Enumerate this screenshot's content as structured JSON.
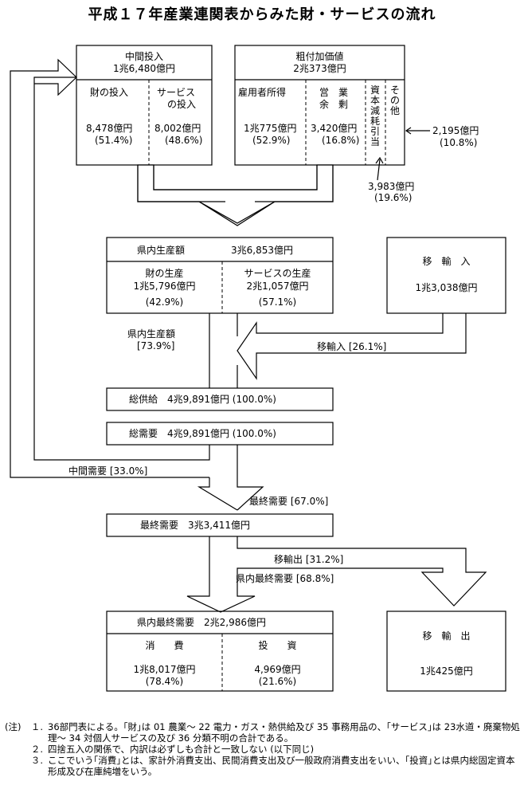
{
  "title": "平成１７年産業連関表からみた財・サービスの流れ",
  "intermediate_input": {
    "title": "中間投入",
    "value": "1兆6,480億円",
    "goods_label": "財の投入",
    "goods_value": "8,478億円",
    "goods_pct": "(51.4%)",
    "services_label_1": "サービス",
    "services_label_2": "の投入",
    "services_value": "8,002億円",
    "services_pct": "(48.6%)"
  },
  "value_added": {
    "title": "粗付加価値",
    "value": "2兆373億円",
    "employee_label": "雇用者所得",
    "employee_value": "1兆775億円",
    "employee_pct": "(52.9%)",
    "surplus_label_1": "営　業",
    "surplus_label_2": "余　剰",
    "surplus_value": "3,420億円",
    "surplus_pct": "(16.8%)",
    "depreciation_label": "資本減耗引当",
    "depreciation_value": "3,983億円",
    "depreciation_pct": "(19.6%)",
    "other_label": "その他",
    "other_value": "2,195億円",
    "other_pct": "(10.8%)"
  },
  "prefectural_production": {
    "title": "県内生産額",
    "value": "3兆6,853億円",
    "goods_label": "財の生産",
    "goods_value": "1兆5,796億円",
    "goods_pct": "(42.9%)",
    "services_label": "サービスの生産",
    "services_value": "2兆1,057億円",
    "services_pct": "(57.1%)"
  },
  "imports": {
    "title": "移　輸　入",
    "value": "1兆3,038億円",
    "flow_label": "移輸入 [26.1%]"
  },
  "production_flow_label_1": "県内生産額",
  "production_flow_label_2": "[73.9%]",
  "total_supply": "総供給　4兆9,891億円 (100.0%)",
  "total_demand": "総需要　4兆9,891億円 (100.0%)",
  "intermediate_demand_label": "中間需要 [33.0%]",
  "final_demand_flow_label": "最終需要 [67.0%]",
  "final_demand": "最終需要　3兆3,411億円",
  "exports_flow_label": "移輸出 [31.2%]",
  "prefectural_final_flow_label": "県内最終需要 [68.8%]",
  "prefectural_final_demand": {
    "title": "県内最終需要　2兆2,986億円",
    "consumption_label": "消　　費",
    "consumption_value": "1兆8,017億円",
    "consumption_pct": "(78.4%)",
    "investment_label": "投　　資",
    "investment_value": "4,969億円",
    "investment_pct": "(21.6%)"
  },
  "exports": {
    "title": "移　輸　出",
    "value": "1兆425億円"
  },
  "notes": {
    "label": "(注)",
    "items": [
      {
        "num": "１.",
        "text": "36部門表による。｢財｣は 01 農業～ 22 電力・ガス・熱供給及び 35 事務用品の、｢サービス｣は 23水道・廃棄物処理～ 34 対個人サービスの及び 36 分類不明の合計である。"
      },
      {
        "num": "２.",
        "text": "四捨五入の関係で、内訳は必ずしも合計と一致しない (以下同じ)"
      },
      {
        "num": "３.",
        "text": "ここでいう｢消費｣とは、家計外消費支出、民間消費支出及び一般政府消費支出をいい、｢投資｣とは県内総固定資本形成及び在庫純増をいう。"
      }
    ]
  }
}
